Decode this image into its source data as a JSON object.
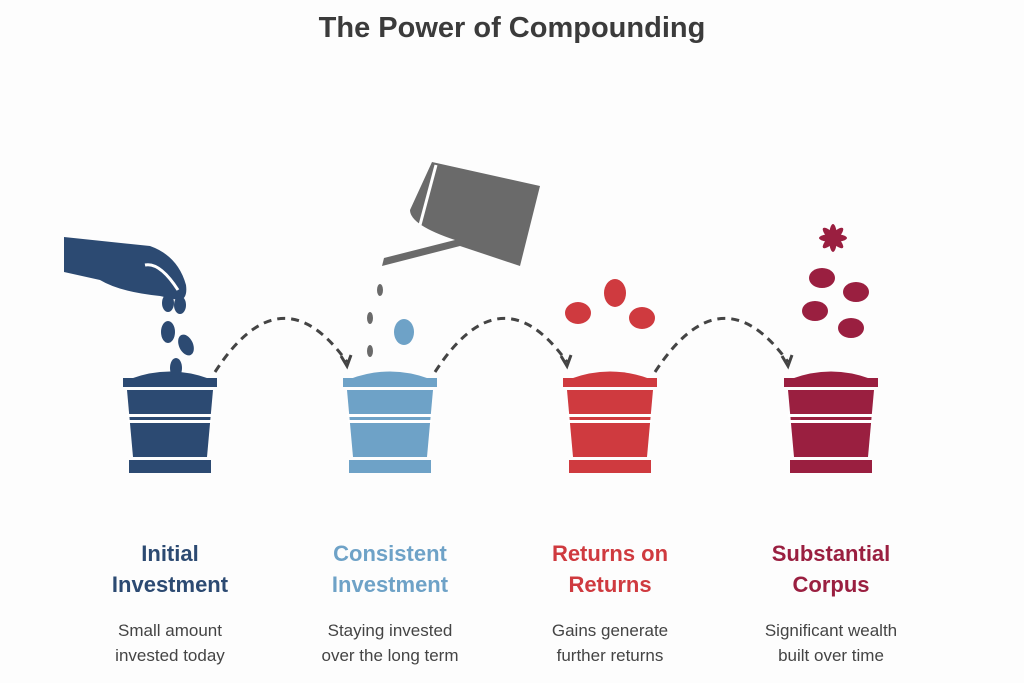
{
  "title": "The Power of Compounding",
  "stages": [
    {
      "title_line1": "Initial",
      "title_line2": "Investment",
      "desc_line1": "Small amount",
      "desc_line2": "invested today",
      "color": "#2c4a72",
      "icon": "hand-sowing-seeds-icon"
    },
    {
      "title_line1": "Consistent",
      "title_line2": "Investment",
      "desc_line1": "Staying invested",
      "desc_line2": "over the long term",
      "color": "#6ea2c7",
      "icon": "watering-can-icon"
    },
    {
      "title_line1": "Returns on",
      "title_line2": "Returns",
      "desc_line1": "Gains generate",
      "desc_line2": "further returns",
      "color": "#cf3a3f",
      "icon": "sprouting-leaves-icon"
    },
    {
      "title_line1": "Substantial",
      "title_line2": "Corpus",
      "desc_line1": "Significant wealth",
      "desc_line2": "built over time",
      "color": "#9a1f40",
      "icon": "flower-and-leaves-icon"
    }
  ]
}
